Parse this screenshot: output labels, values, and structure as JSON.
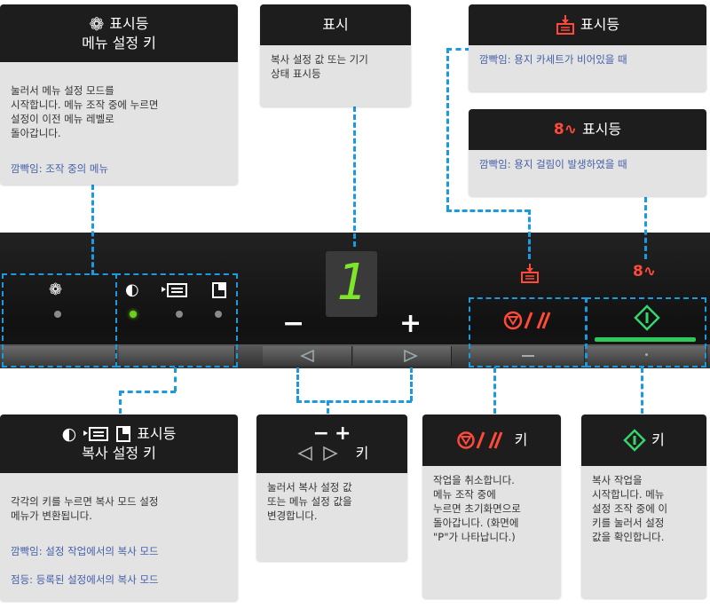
{
  "menu_card": {
    "title_line1": "표시등",
    "title_line2": "메뉴 설정 키",
    "desc": "눌러서 메뉴 설정 모드를\n시작합니다. 메뉴 조작 중에 누르면\n설정이 이전 메뉴 레벨로\n돌아갑니다.",
    "blink": "깜빡임: 조작 중의 메뉴"
  },
  "display_card": {
    "title": "표시",
    "desc": "복사 설정 값 또는 기기\n상태 표시등"
  },
  "paper_card": {
    "title": "표시등",
    "blink": "깜빡임: 용지 카세트가 비어있을 때"
  },
  "jam_card": {
    "title": "표시등",
    "blink": "깜빡임: 용지 걸림이 발생하였을 때"
  },
  "copy_card": {
    "title_line1": "표시등",
    "title_line2": "복사 설정 키",
    "desc": "각각의 키를 누르면 복사 모드 설정\n메뉴가 변환됩니다.",
    "blink": "깜빡임: 설정 작업에서의 복사 모드",
    "lit": "점등: 등록된 설정에서의 복사 모드"
  },
  "plusminus_card": {
    "title_key": "키",
    "desc": "눌러서 복사 설정 값\n또는 메뉴 설정 값을\n변경합니다."
  },
  "stop_card": {
    "title_key": "키",
    "desc": "작업을 취소합니다.\n메뉴 조작 중에\n누르면 초기화면으로\n돌아갑니다. (화면에\n\"P\"가 나타납니다.)"
  },
  "start_card": {
    "title_key": "키",
    "desc": "복사 작업을\n시작합니다. 메뉴\n설정 조작 중에 이\n키를 눌러서 설정\n값을 확인합니다."
  },
  "panel": {
    "display_value": "1",
    "minus_symbol": "−",
    "plus_symbol": "+"
  },
  "colors": {
    "guide": "#1b9ae0",
    "accent_red": "#ff4a3a",
    "accent_green": "#39d46a",
    "led_on": "#6fd11f",
    "header_bg": "#1d1d1d",
    "card_bg": "#e3e3e3",
    "blink_text": "#4460a8"
  },
  "icons": [
    "menu-settings-icon",
    "contrast-icon",
    "paper-select-icon",
    "ratio-icon",
    "paper-cassette-icon",
    "paper-jam-icon",
    "stop-reset-icon",
    "start-icon",
    "left-triangle-icon",
    "right-triangle-icon"
  ]
}
